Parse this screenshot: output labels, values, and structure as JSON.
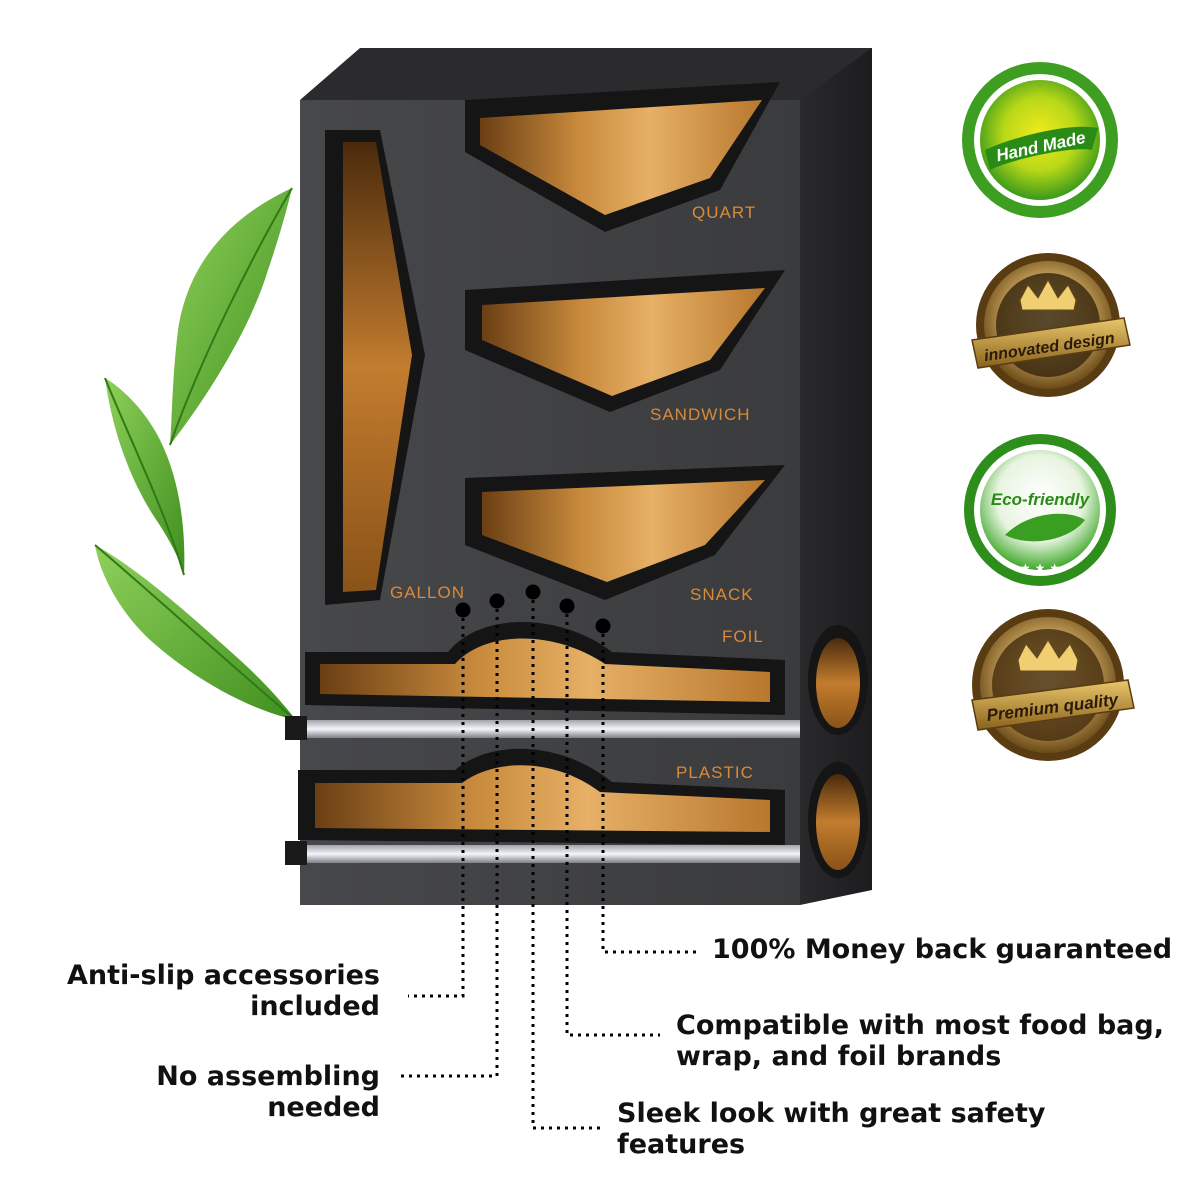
{
  "labels": {
    "quart": "QUART",
    "sandwich": "SANDWICH",
    "gallon": "GALLON",
    "snack": "SNACK",
    "foil": "FOIL",
    "plastic": "PLASTIC"
  },
  "badges": {
    "hand_made": "Hand Made",
    "innovated": "innovated design",
    "eco": "Eco-friendly",
    "premium": "Premium quality"
  },
  "callouts": {
    "money_back": "100% Money back guaranteed",
    "anti_slip_line1": "Anti-slip accessories",
    "anti_slip_line2": "included",
    "compatible_line1": "Compatible with most food bag,",
    "compatible_line2": "wrap, and foil brands",
    "no_assembling": "No assembling needed",
    "sleek_line1": "Sleek look with great safety",
    "sleek_line2": "features"
  },
  "colors": {
    "wood_frame": "#3a3a3c",
    "bamboo": "#c98a3a",
    "engraving": "#d88a3a",
    "leaf_green": "#5aa832",
    "badge_green": "#3faa2a",
    "badge_gold": "#b88a2c",
    "text": "#111111"
  },
  "icons": [
    "leaf-icon",
    "crown-icon",
    "leaf-eco-icon",
    "stars-icon"
  ]
}
